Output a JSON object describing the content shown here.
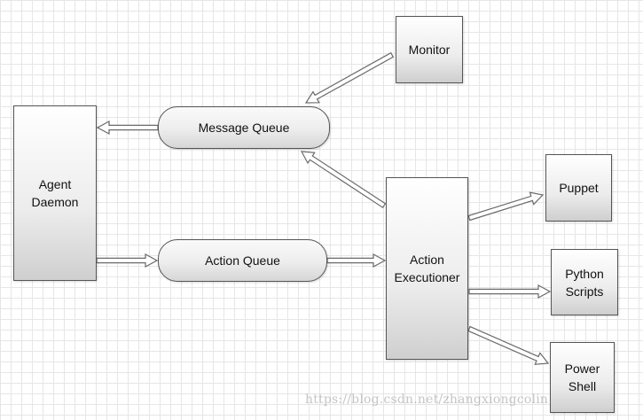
{
  "nodes": {
    "agent_daemon": "Agent\nDaemon",
    "message_queue": "Message Queue",
    "action_queue": "Action Queue",
    "monitor": "Monitor",
    "action_executioner": "Action\nExecutioner",
    "puppet": "Puppet",
    "python_scripts": "Python\nScripts",
    "power_shell": "Power\nShell"
  },
  "edges": [
    {
      "from": "Message Queue",
      "to": "Agent Daemon"
    },
    {
      "from": "Agent Daemon",
      "to": "Action Queue"
    },
    {
      "from": "Monitor",
      "to": "Message Queue"
    },
    {
      "from": "Action Executioner",
      "to": "Message Queue"
    },
    {
      "from": "Action Queue",
      "to": "Action Executioner"
    },
    {
      "from": "Action Executioner",
      "to": "Puppet"
    },
    {
      "from": "Action Executioner",
      "to": "Python Scripts"
    },
    {
      "from": "Action Executioner",
      "to": "Power Shell"
    }
  ],
  "watermark": "https://blog.csdn.net/zhangxiongcolin"
}
